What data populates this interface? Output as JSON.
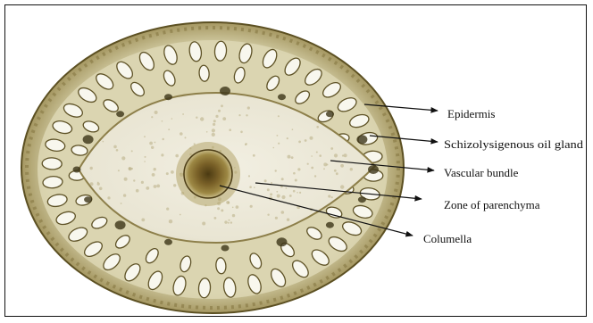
{
  "labels": {
    "epidermis": "Epidermis",
    "oil_gland": "Schizolysigenous oil gland",
    "vascular_bundle": "Vascular bundle",
    "parenchyma": "Zone of parenchyma",
    "columella": "Columella"
  },
  "colors": {
    "tissue_outer": "#8c7d48",
    "tissue_ring": "#ddd7b4",
    "tissue_inner": "#ede9d8",
    "gland_fill": "#f8f7ee",
    "bundle_dark": "#3c3418",
    "columella_core": "#6e5722",
    "line": "#111111"
  },
  "counts": {
    "outer_gland_ring": 40,
    "inner_gland_ring": 24,
    "vascular_bundles": 16
  }
}
